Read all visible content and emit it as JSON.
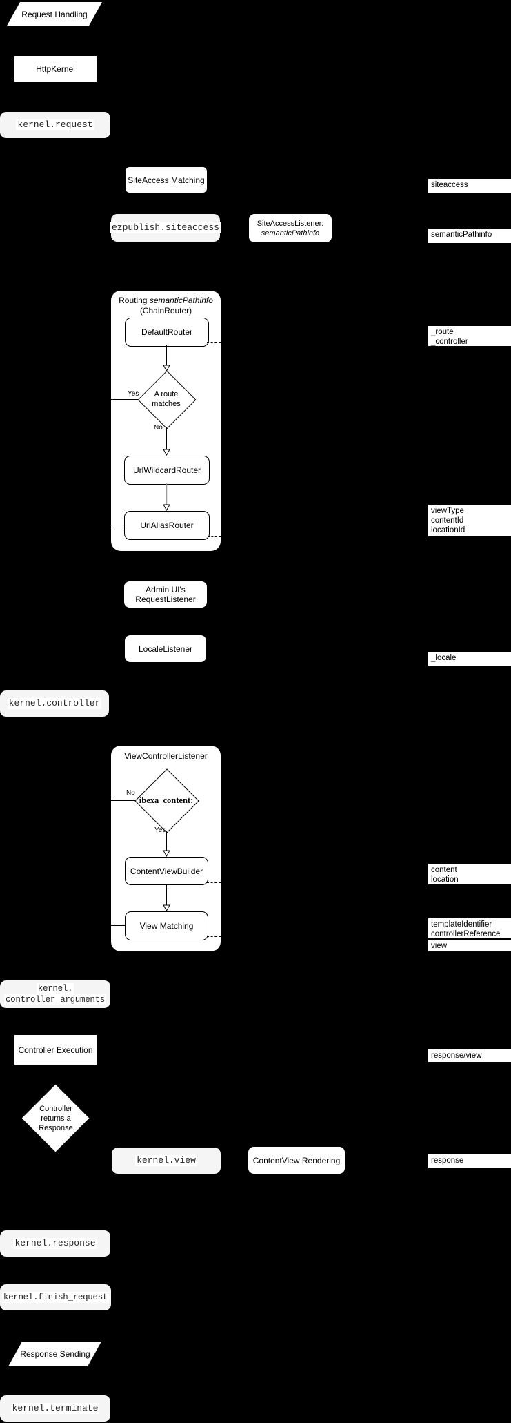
{
  "colors": {
    "background": "#000000",
    "shape_fill": "#ffffff",
    "event_fill": "#f5f5f5",
    "text": "#000000",
    "code_text": "#262626",
    "connector_gray": "#9e9e9e"
  },
  "left_flow": {
    "request_handling": "Request Handling",
    "http_kernel": "HttpKernel",
    "kernel_request": "kernel.request",
    "kernel_controller": "kernel.controller",
    "kernel_controller_arguments_line1": "kernel.",
    "kernel_controller_arguments_line2": "controller_arguments",
    "controller_execution": "Controller Execution",
    "response_decision_line1": "Controller",
    "response_decision_line2": "returns a",
    "response_decision_line3": "Response",
    "kernel_view": "kernel.view",
    "kernel_response": "kernel.response",
    "kernel_finish_request": "kernel.finish_request",
    "response_sending": "Response Sending",
    "kernel_terminate": "kernel.terminate"
  },
  "middle_flow": {
    "siteaccess_matching": "SiteAccess Matching",
    "ezpublish_siteaccess": "ezpublish.siteaccess",
    "siteaccess_listener_title": "SiteAccessListener:",
    "siteaccess_listener_value": "semanticPathinfo",
    "admin_ui_line1": "Admin UI's",
    "admin_ui_line2": "RequestListener",
    "locale_listener": "LocaleListener",
    "contentview_rendering": "ContentView Rendering"
  },
  "routing_container": {
    "title_prefix": "Routing",
    "title_italic": "semanticPathinfo",
    "title_line2": "(ChainRouter)",
    "default_router": "DefaultRouter",
    "decision_line1": "A route",
    "decision_line2": "matches",
    "yes": "Yes",
    "no": "No",
    "url_wildcard_router": "UrlWildcardRouter",
    "url_alias_router": "UrlAliasRouter"
  },
  "view_container": {
    "title": "ViewControllerListener",
    "decision": "ibexa_content:",
    "no": "No",
    "yes": "Yes",
    "content_view_builder": "ContentViewBuilder",
    "view_matching": "View Matching"
  },
  "right_labels": [
    {
      "lines": [
        "siteaccess"
      ]
    },
    {
      "lines": [
        "semanticPathinfo"
      ]
    },
    {
      "lines": [
        "_route",
        "_controller"
      ]
    },
    {
      "lines": [
        "viewType",
        "contentId",
        "locationId"
      ]
    },
    {
      "lines": [
        "_locale"
      ]
    },
    {
      "lines": [
        "content",
        "location"
      ]
    },
    {
      "lines": [
        "templateIdentifier",
        "controllerReference"
      ]
    },
    {
      "lines": [
        "view"
      ]
    },
    {
      "lines": [
        "response/view"
      ]
    },
    {
      "lines": [
        "response"
      ]
    }
  ]
}
